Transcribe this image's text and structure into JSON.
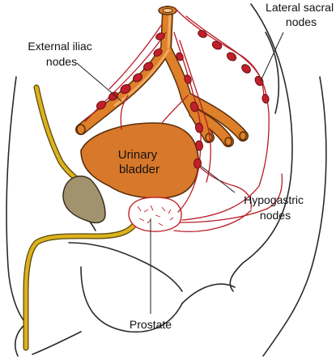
{
  "labels": {
    "lateral_sacral": [
      "Lateral sacral",
      "nodes"
    ],
    "external_iliac": [
      "External iliac",
      "nodes"
    ],
    "urinary_bladder": [
      "Urinary",
      "bladder"
    ],
    "hypogastric": [
      "Hypogastric",
      "nodes"
    ],
    "prostate": "Prostate"
  },
  "colors": {
    "outline": "#2a2a2a",
    "vessel": "#de7f2a",
    "vessel_outline": "#5a2e0c",
    "bladder": "#d8782a",
    "node": "#c0202b",
    "node_outline": "#6a0c12",
    "lymph": "#b81c24",
    "vas": "#dbb21f",
    "vas_outline": "#5a4608",
    "seminal_vesicle": "#a2936f",
    "leader": "#222222"
  }
}
